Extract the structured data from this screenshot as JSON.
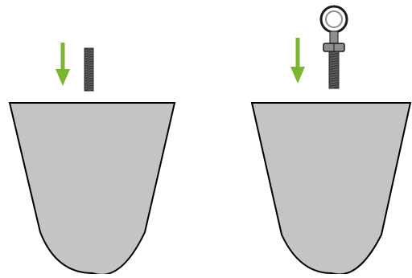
{
  "diagram": {
    "panels": [
      {
        "step": "before",
        "insert_direction": "down",
        "hardware": "threaded-stud",
        "hardware_icon": "threaded-rod-icon"
      },
      {
        "step": "after",
        "insert_direction": "down",
        "hardware": "eye-bolt",
        "hardware_icon": "eye-bolt-icon"
      }
    ],
    "colors": {
      "body_fill": "#c4c4c4",
      "body_stroke": "#000000",
      "arrow": "#7ab72e",
      "stud_fill": "#5e5e5e",
      "stud_dark": "#2e2e2e",
      "bolt_fill": "#8e8e8e",
      "bolt_stroke": "#1a1a1a",
      "background": "#ffffff"
    }
  }
}
